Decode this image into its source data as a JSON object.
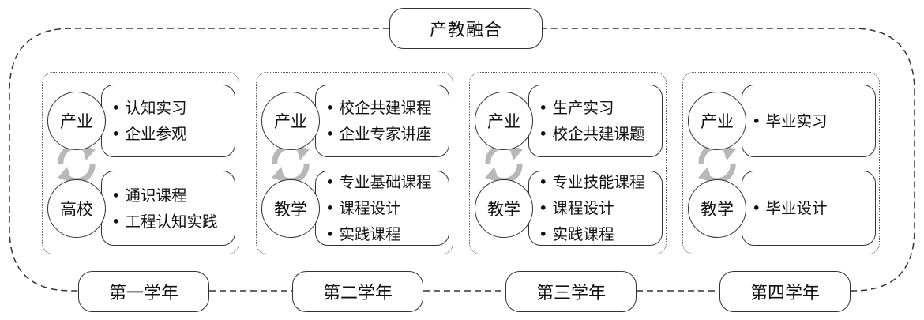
{
  "title": "产教融合",
  "stages": [
    {
      "year": "第一学年",
      "top_label": "产业",
      "top_items": [
        "认知实习",
        "企业参观"
      ],
      "bottom_label": "高校",
      "bottom_items": [
        "通识课程",
        "工程认知实践"
      ]
    },
    {
      "year": "第二学年",
      "top_label": "产业",
      "top_items": [
        "校企共建课程",
        "企业专家讲座"
      ],
      "bottom_label": "教学",
      "bottom_items": [
        "专业基础课程",
        "课程设计",
        "实践课程"
      ]
    },
    {
      "year": "第三学年",
      "top_label": "产业",
      "top_items": [
        "生产实习",
        "校企共建课题"
      ],
      "bottom_label": "教学",
      "bottom_items": [
        "专业技能课程",
        "课程设计",
        "实践课程"
      ]
    },
    {
      "year": "第四学年",
      "top_label": "产业",
      "top_items": [
        "毕业实习"
      ],
      "bottom_label": "教学",
      "bottom_items": [
        "毕业设计"
      ]
    }
  ],
  "colors": {
    "stroke": "#333333",
    "cycle_arrow": "#b8b8b8"
  }
}
